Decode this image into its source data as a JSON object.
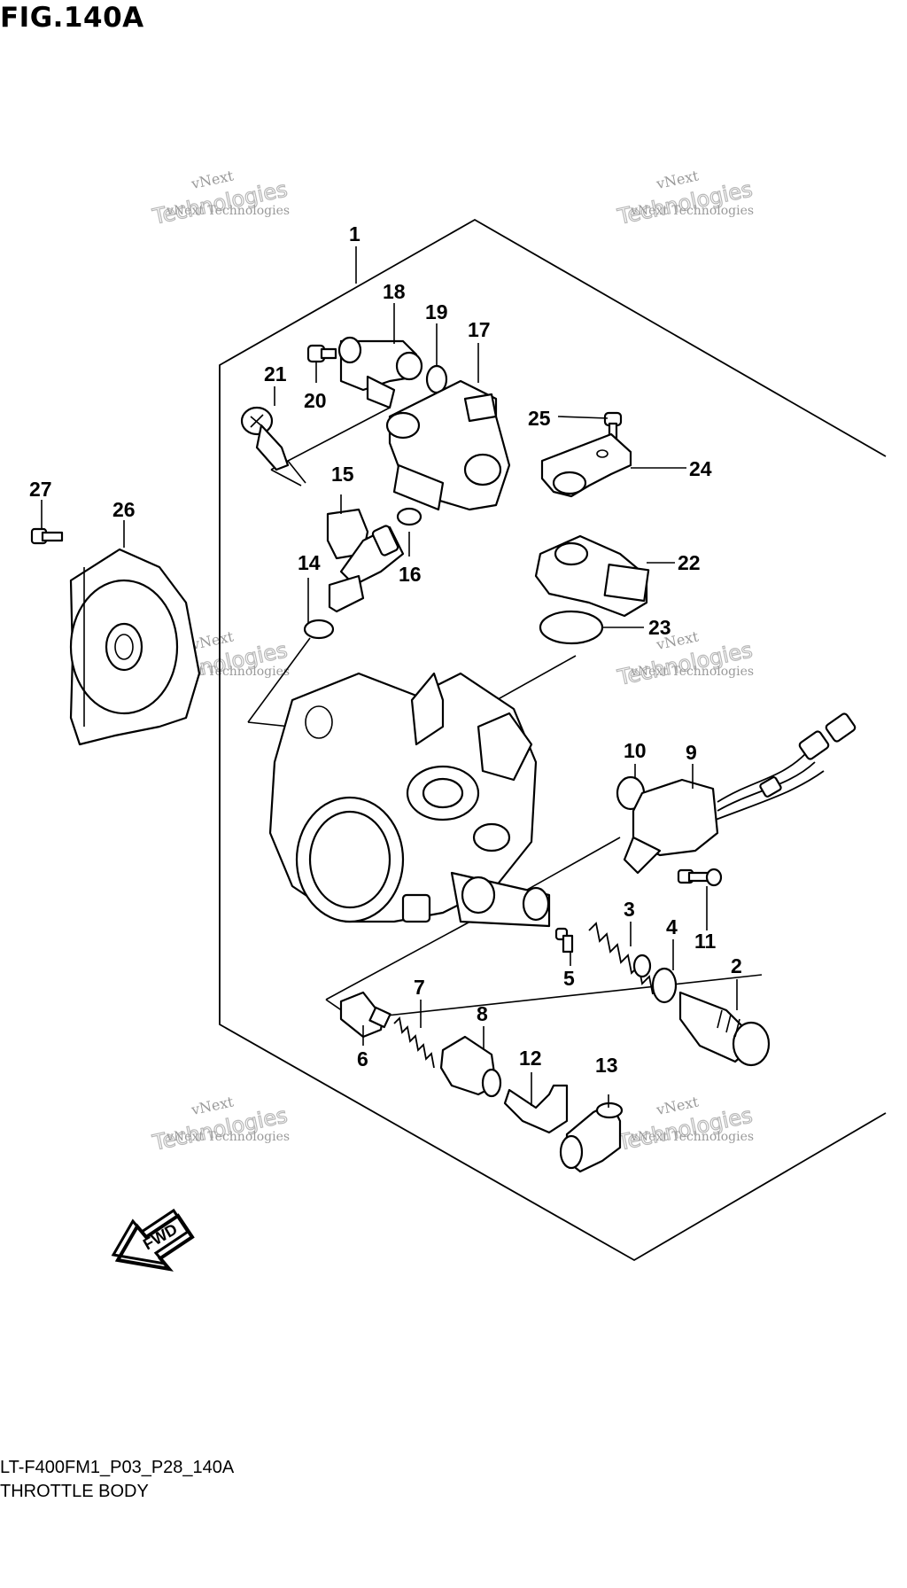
{
  "figure": {
    "title": "FIG.140A",
    "drawing_code": "LT-F400FM1_P03_P28_140A",
    "drawing_name": "THROTTLE BODY",
    "direction_label": "FWD"
  },
  "watermark": {
    "line1": "vNext",
    "line2": "vNext Technologies",
    "line3": "Technologies"
  },
  "callouts": {
    "c1": "1",
    "c2": "2",
    "c3": "3",
    "c4": "4",
    "c5": "5",
    "c6": "6",
    "c7": "7",
    "c8": "8",
    "c9": "9",
    "c10": "10",
    "c11": "11",
    "c12": "12",
    "c13": "13",
    "c14": "14",
    "c15": "15",
    "c16": "16",
    "c17": "17",
    "c18": "18",
    "c19": "19",
    "c20": "20",
    "c21": "21",
    "c22": "22",
    "c23": "23",
    "c24": "24",
    "c25": "25",
    "c26": "26",
    "c27": "27"
  }
}
